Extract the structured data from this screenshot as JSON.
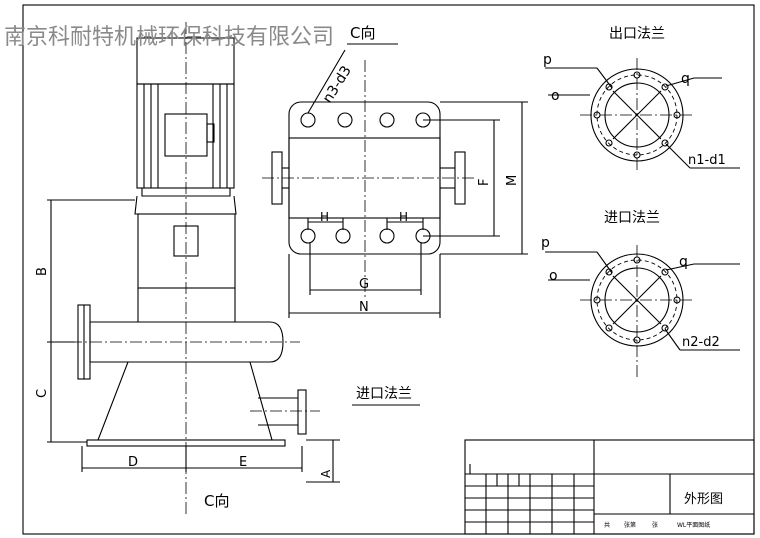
{
  "watermark": "南京科耐特机械环保科技有限公司",
  "views": {
    "c_view_top": "C向",
    "c_view_bottom": "C向",
    "outlet_flange_title": "出口法兰",
    "inlet_flange_title": "进口法兰",
    "inlet_flange_label": "进口法兰"
  },
  "dimensions": {
    "n3_d3": "n3-d3",
    "F": "F",
    "M": "M",
    "G": "G",
    "N": "N",
    "H_left": "H",
    "H_right": "H",
    "B": "B",
    "C": "C",
    "D": "D",
    "E": "E",
    "A": "A"
  },
  "flange_outlet": {
    "p": "p",
    "o": "o",
    "q": "q",
    "n_d": "n1-d1"
  },
  "flange_inlet": {
    "p": "p",
    "o": "o",
    "q": "q",
    "n_d": "n2-d2"
  },
  "title_block": {
    "drawing_name": "外形图",
    "sheet_total": "共",
    "sheet_of": "张第",
    "sheet_unit": "张",
    "model": "WL平面图纸"
  }
}
